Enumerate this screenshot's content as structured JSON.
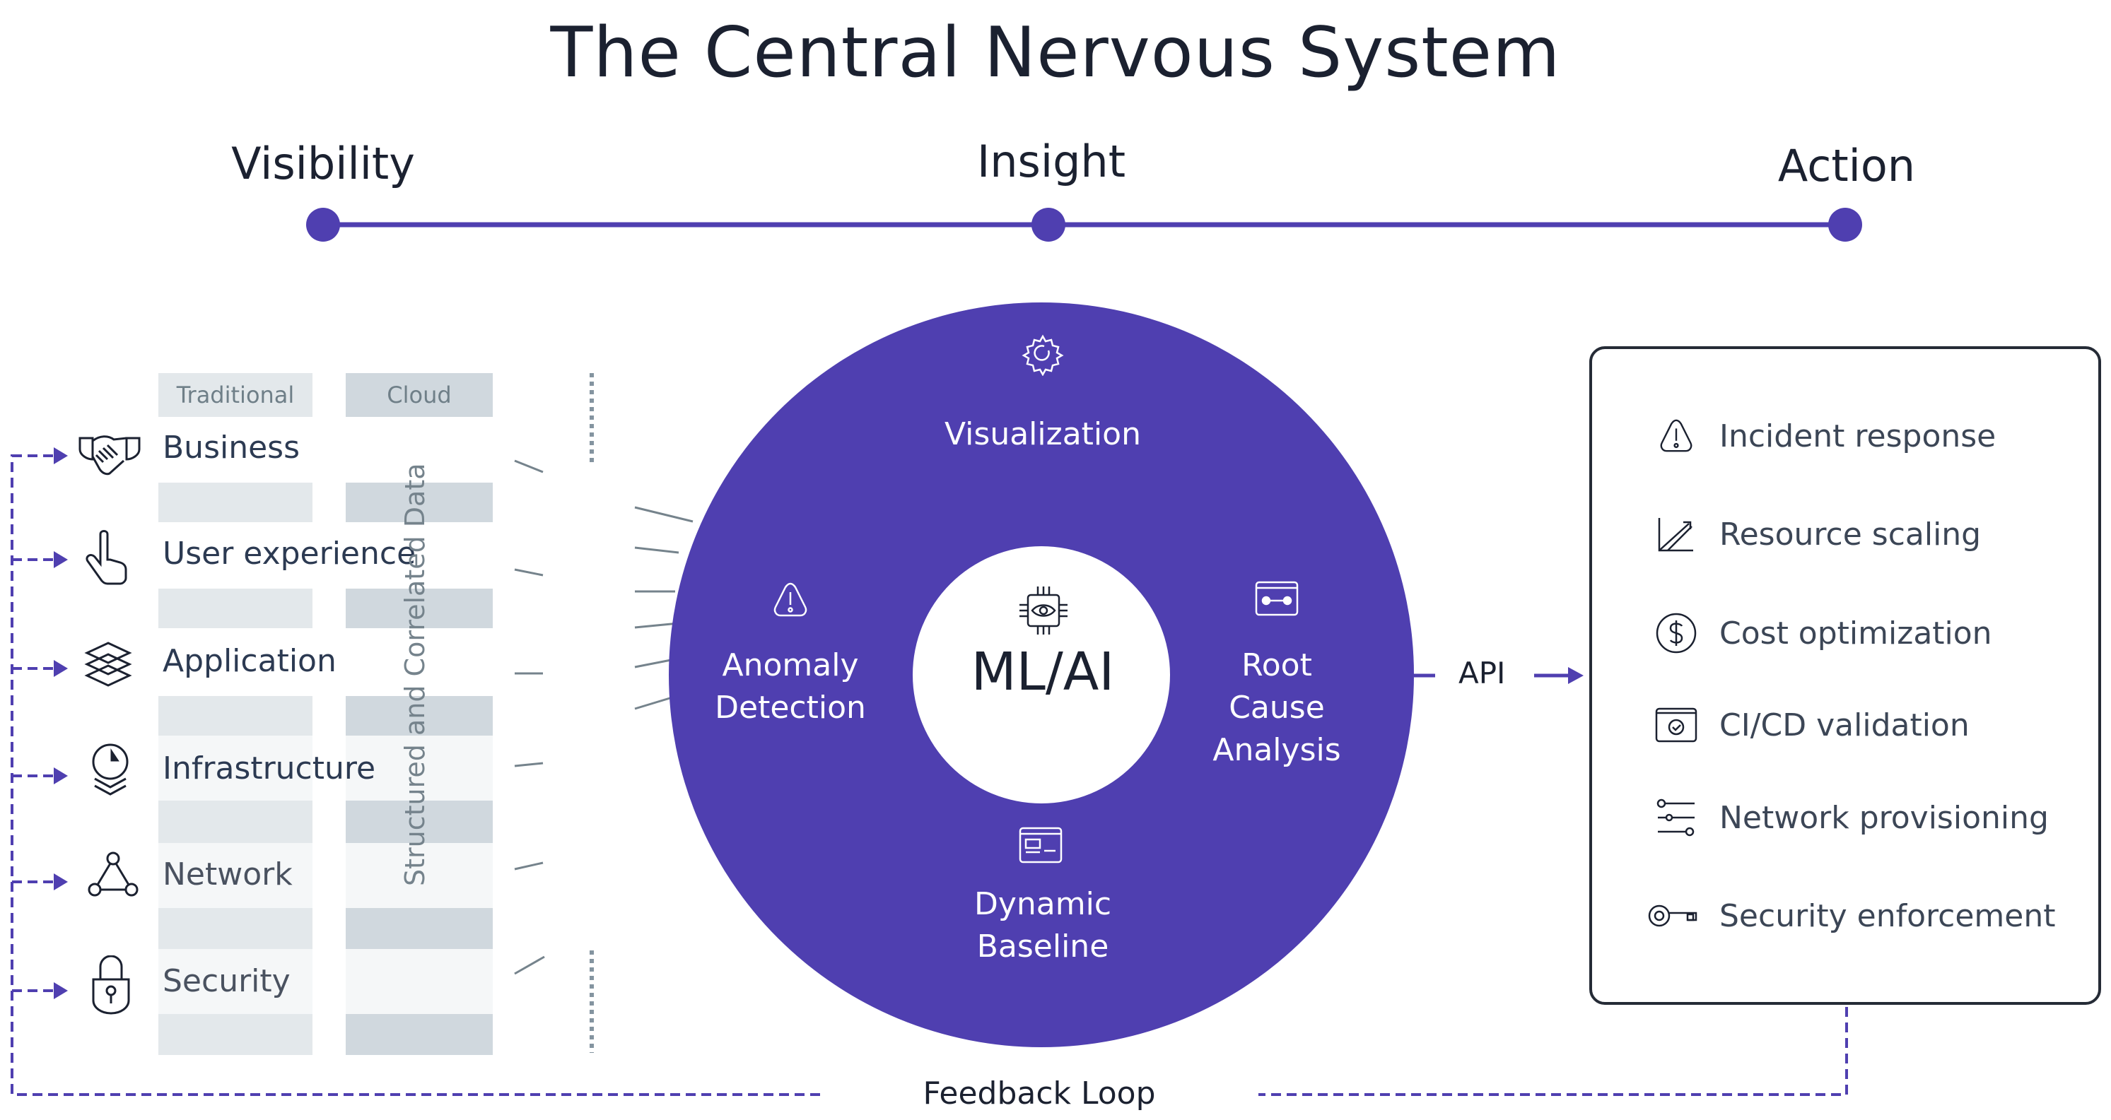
{
  "title": "The Central Nervous System",
  "timeline": {
    "phases": [
      {
        "label": "Visibility"
      },
      {
        "label": "Insight"
      },
      {
        "label": "Action"
      }
    ],
    "accent_color": "#4f3fb0"
  },
  "sources": {
    "column_headers": {
      "traditional": "Traditional",
      "cloud": "Cloud"
    },
    "rows": [
      {
        "label": "Business",
        "icon": "handshake-icon"
      },
      {
        "label": "User experience",
        "icon": "pointing-hand-icon"
      },
      {
        "label": "Application",
        "icon": "layers-icon"
      },
      {
        "label": "Infrastructure",
        "icon": "server-stack-icon"
      },
      {
        "label": "Network",
        "icon": "network-nodes-icon"
      },
      {
        "label": "Security",
        "icon": "padlock-icon"
      }
    ],
    "data_label": "Structured and Correlated Data"
  },
  "core": {
    "center_label": "ML/AI",
    "center_icon": "chip-eye-icon",
    "segments": {
      "top": {
        "label_lines": [
          "Visualization"
        ],
        "icon": "gear-icon"
      },
      "left": {
        "label_lines": [
          "Anomaly",
          "Detection"
        ],
        "icon": "warning-icon"
      },
      "right": {
        "label_lines": [
          "Root",
          "Cause",
          "Analysis"
        ],
        "icon": "link-window-icon"
      },
      "bottom": {
        "label_lines": [
          "Dynamic",
          "Baseline"
        ],
        "icon": "dashboard-window-icon"
      }
    },
    "fill_color": "#4f3fb0"
  },
  "api_label": "API",
  "actions": [
    {
      "label": "Incident response",
      "icon": "warning-icon"
    },
    {
      "label": "Resource scaling",
      "icon": "growth-chart-icon"
    },
    {
      "label": "Cost optimization",
      "icon": "dollar-icon"
    },
    {
      "label": "CI/CD validation",
      "icon": "check-window-icon"
    },
    {
      "label": "Network provisioning",
      "icon": "sliders-icon"
    },
    {
      "label": "Security enforcement",
      "icon": "key-icon"
    }
  ],
  "feedback_label": "Feedback Loop"
}
